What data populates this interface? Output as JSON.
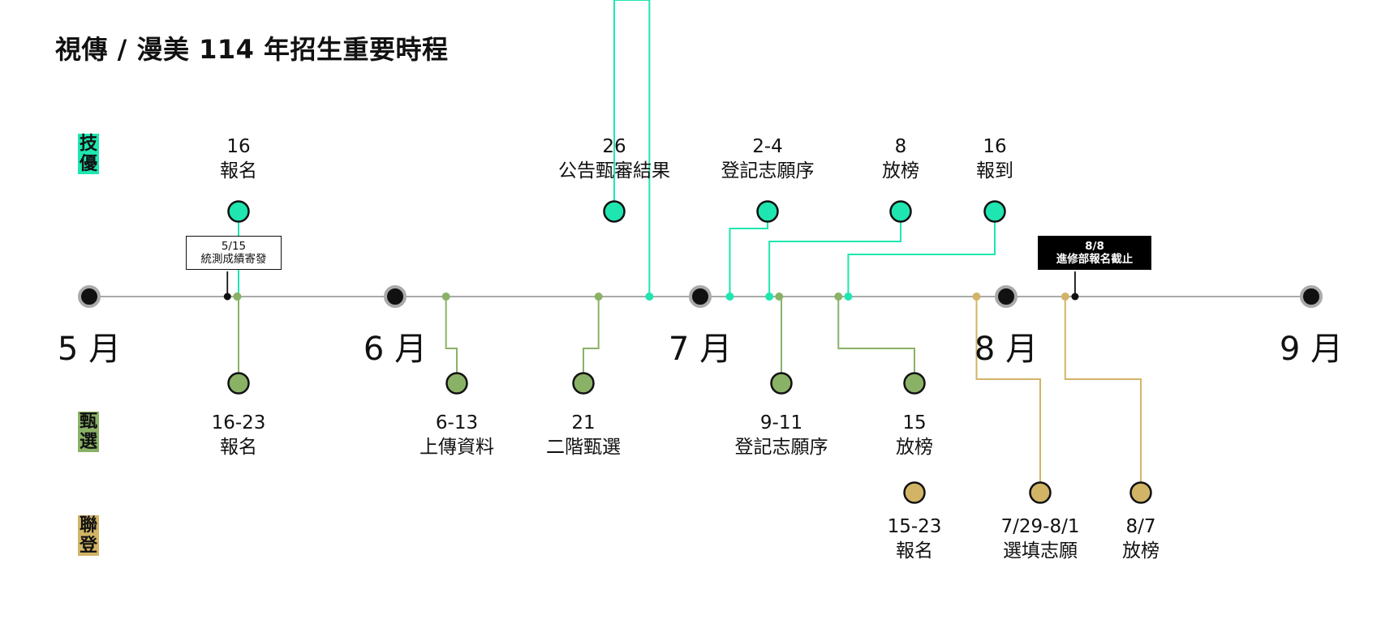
{
  "title": "視傳 / 漫美 114 年招生重要時程",
  "colors": {
    "axis": "#aaaaaa",
    "month_dot": "#111111",
    "tech": "#1fe6b0",
    "screen": "#8ab266",
    "joint": "#d2b466"
  },
  "categories": {
    "tech": "技優",
    "screen": "甄選",
    "joint": "聯登"
  },
  "months": [
    "5 月",
    "6 月",
    "7 月",
    "8 月",
    "9 月"
  ],
  "notes": [
    {
      "date": "5/15",
      "text": "統測成績寄發",
      "style": "outline",
      "day": 15,
      "month": 5
    },
    {
      "date": "8/8",
      "text": "進修部報名截止",
      "style": "solid",
      "day": 8,
      "month": 8
    }
  ],
  "events": {
    "tech": [
      {
        "date": "16",
        "label": "報名",
        "month": 5,
        "day": 16
      },
      {
        "date": "26",
        "label": "公告甄審結果",
        "month": 6,
        "day": 26
      },
      {
        "date": "2-4",
        "label": "登記志願序",
        "month": 7,
        "day": 4
      },
      {
        "date": "8",
        "label": "放榜",
        "month": 7,
        "day": 8
      },
      {
        "date": "16",
        "label": "報到",
        "month": 7,
        "day": 16
      }
    ],
    "screen": [
      {
        "date": "16-23",
        "label": "報名",
        "month": 5,
        "day": 16
      },
      {
        "date": "6-13",
        "label": "上傳資料",
        "month": 6,
        "day": 6
      },
      {
        "date": "21",
        "label": "二階甄選",
        "month": 6,
        "day": 21
      },
      {
        "date": "9-11",
        "label": "登記志願序",
        "month": 7,
        "day": 9
      },
      {
        "date": "15",
        "label": "放榜",
        "month": 7,
        "day": 15
      }
    ],
    "joint": [
      {
        "date": "15-23",
        "label": "報名",
        "month": 7,
        "day": 15
      },
      {
        "date": "7/29-8/1",
        "label": "選填志願",
        "month": 7,
        "day": 29
      },
      {
        "date": "8/7",
        "label": "放榜",
        "month": 8,
        "day": 7
      }
    ]
  }
}
